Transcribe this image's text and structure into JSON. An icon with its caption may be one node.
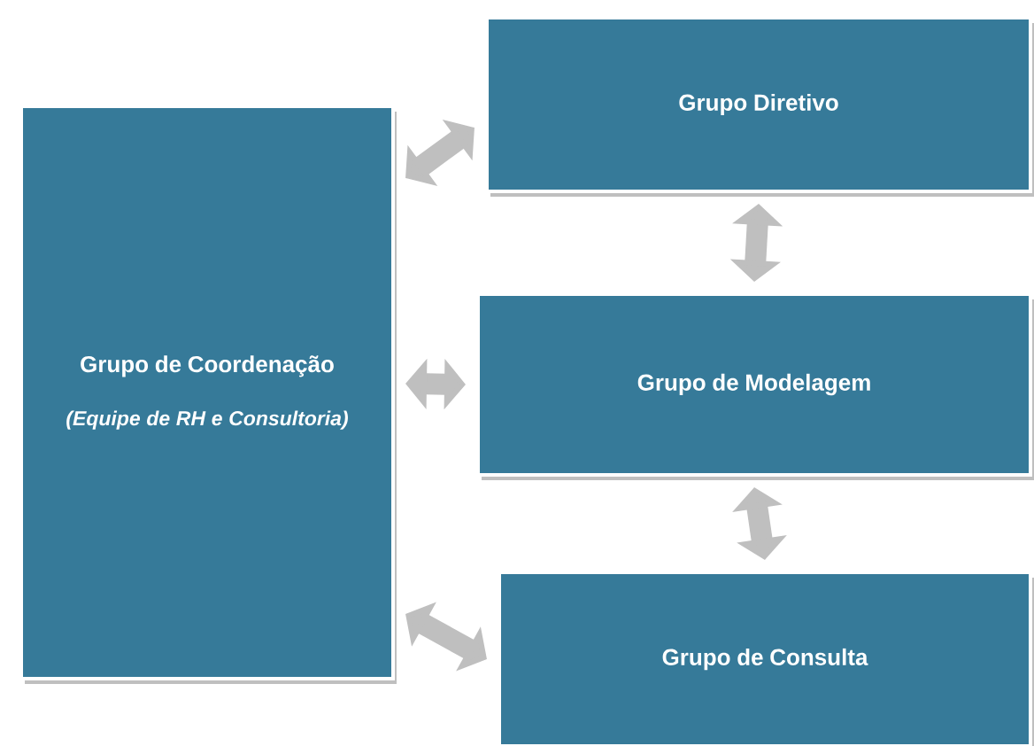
{
  "diagram": {
    "nodes": [
      {
        "text": [
          "Grupo de Coordenação",
          "(Equipe de RH e Consultoria)"
        ]
      },
      {
        "text": [
          "Grupo Diretivo"
        ]
      },
      {
        "text": [
          "Grupo de Modelagem"
        ]
      },
      {
        "text": [
          "Grupo de Consulta"
        ]
      }
    ],
    "edges": [
      {
        "from": 0,
        "to": 1,
        "arrow": "both"
      },
      {
        "from": 1,
        "to": 2,
        "arrow": "both"
      },
      {
        "from": 0,
        "to": 2,
        "arrow": "both"
      },
      {
        "from": 2,
        "to": 3,
        "arrow": "both"
      },
      {
        "from": 0,
        "to": 3,
        "arrow": "both"
      }
    ]
  }
}
